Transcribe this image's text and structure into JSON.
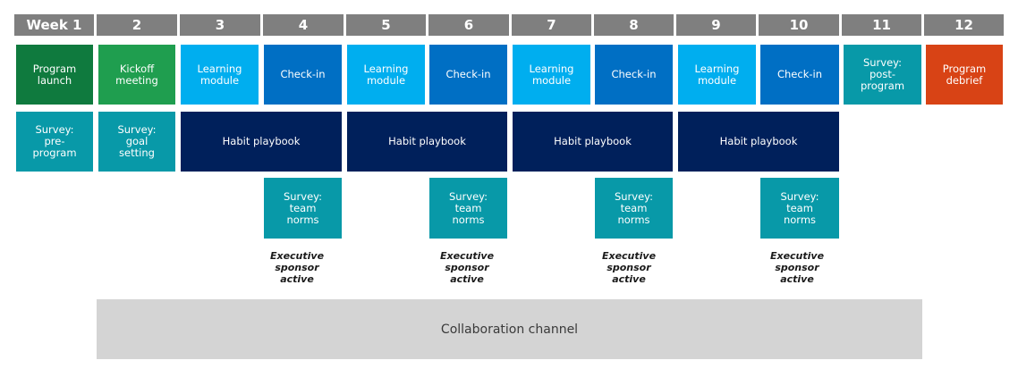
{
  "header": {
    "weeks": [
      "Week 1",
      "2",
      "3",
      "4",
      "5",
      "6",
      "7",
      "8",
      "9",
      "10",
      "11",
      "12"
    ]
  },
  "row1": {
    "w1": "Program\nlaunch",
    "w2": "Kickoff\nmeeting",
    "w3": "Learning\nmodule",
    "w4": "Check-in",
    "w5": "Learning\nmodule",
    "w6": "Check-in",
    "w7": "Learning\nmodule",
    "w8": "Check-in",
    "w9": "Learning\nmodule",
    "w10": "Check-in",
    "w11": "Survey:\npost-\nprogram",
    "w12": "Program\ndebrief"
  },
  "row2": {
    "w1": "Survey:\npre-\nprogram",
    "w2": "Survey:\ngoal\nsetting",
    "habit_1": "Habit playbook",
    "habit_2": "Habit playbook",
    "habit_3": "Habit playbook",
    "habit_4": "Habit playbook"
  },
  "row3": {
    "w4": "Survey:\nteam\nnorms",
    "w6": "Survey:\nteam\nnorms",
    "w8": "Survey:\nteam\nnorms",
    "w10": "Survey:\nteam\nnorms"
  },
  "executive": {
    "w4": "Executive\nsponsor\nactive",
    "w6": "Executive\nsponsor\nactive",
    "w8": "Executive\nsponsor\nactive",
    "w10": "Executive\nsponsor\nactive"
  },
  "channel": {
    "label": "Collaboration channel"
  },
  "colors": {
    "header": "#7f7f7f",
    "launch": "#0f7a3e",
    "kickoff": "#1f9e4f",
    "learning": "#00aeef",
    "checkin": "#006fc4",
    "survey": "#0899a8",
    "habit": "#00205b",
    "debrief": "#d84315",
    "channel": "#d4d4d4"
  }
}
